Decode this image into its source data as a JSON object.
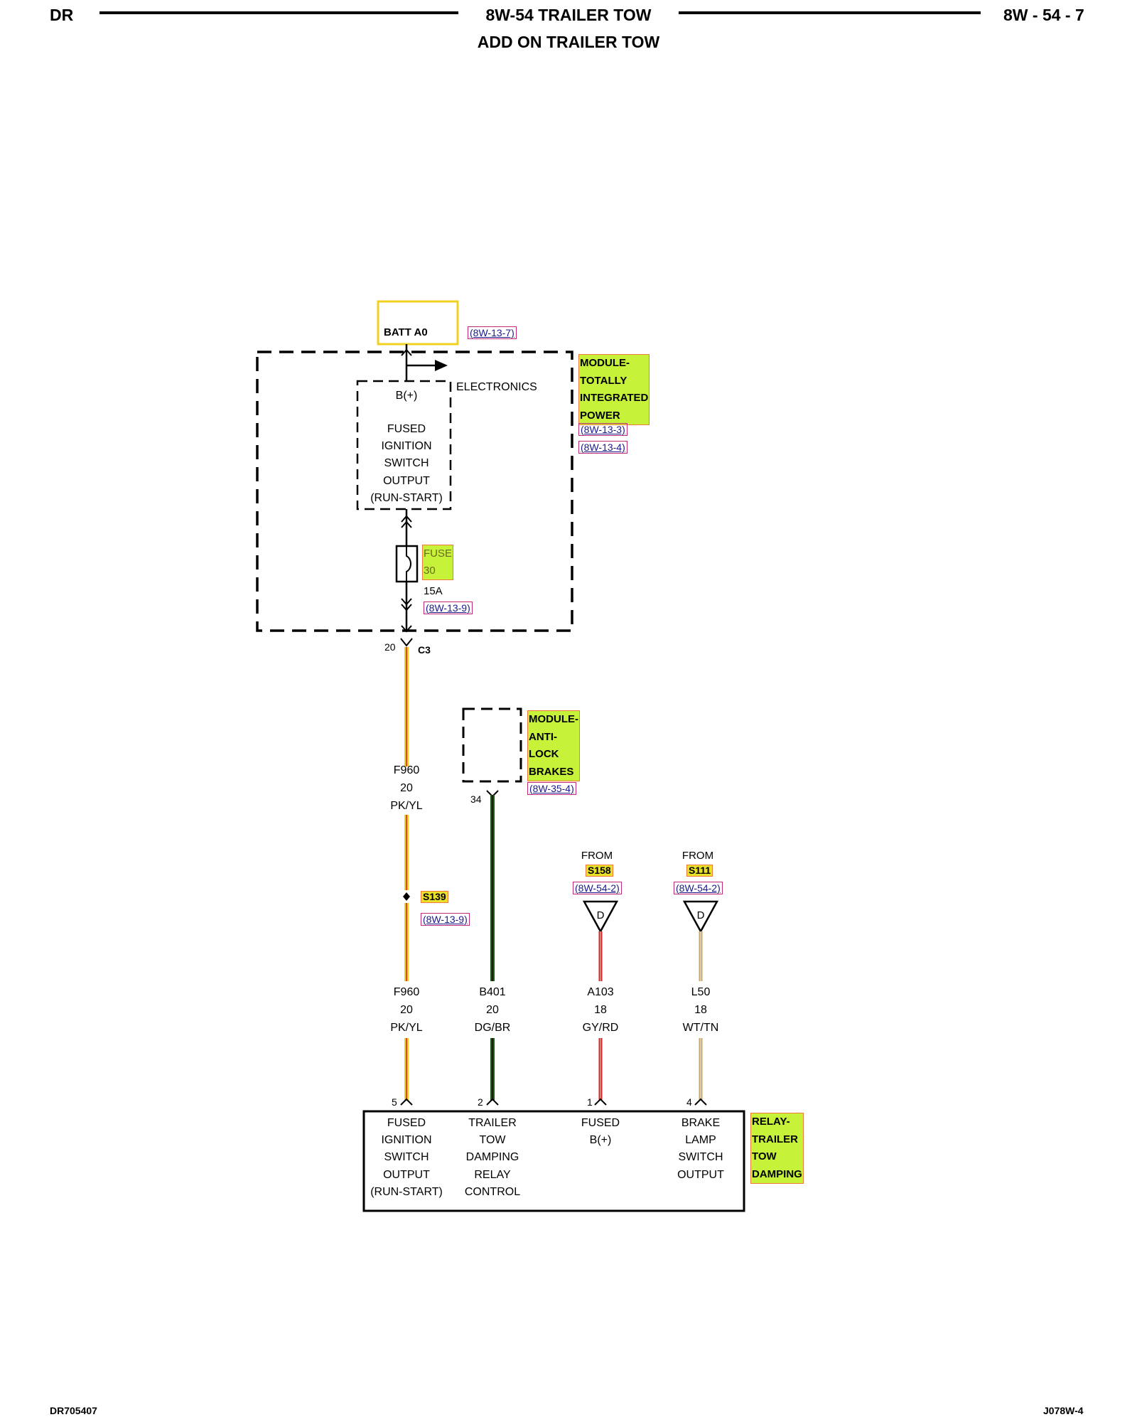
{
  "header": {
    "left": "DR",
    "center": "8W-54 TRAILER TOW",
    "subtitle": "ADD ON TRAILER TOW",
    "right": "8W - 54 - 7"
  },
  "footer": {
    "left": "DR705407",
    "right": "J078W-4"
  },
  "batt": {
    "label": "BATT A0",
    "ref": "(8W-13-7)"
  },
  "tipm": {
    "name": "MODULE-\nTOTALLY\nINTEGRATED\nPOWER",
    "refs": [
      "(8W-13-3)",
      "(8W-13-4)"
    ],
    "electronics": "ELECTRONICS",
    "bplus": "B(+)",
    "output_lines": [
      "FUSED",
      "IGNITION",
      "SWITCH",
      "OUTPUT",
      "(RUN-START)"
    ],
    "fuse_name": "FUSE\n30",
    "fuse_rating": "15A",
    "fuse_ref": "(8W-13-9)",
    "connector_pin": "20",
    "connector": "C3"
  },
  "abs": {
    "name": "MODULE-\nANTI-\nLOCK\nBRAKES",
    "ref": "(8W-35-4)",
    "pin": "34"
  },
  "circuit_upper": {
    "lines": [
      "F960",
      "20",
      "PK/YL"
    ]
  },
  "splice": {
    "name": "S139",
    "ref": "(8W-13-9)"
  },
  "feeds": [
    {
      "from": "FROM",
      "splice": "S158",
      "ref": "(8W-54-2)",
      "symbol": "D"
    },
    {
      "from": "FROM",
      "splice": "S111",
      "ref": "(8W-54-2)",
      "symbol": "D"
    }
  ],
  "circuits": [
    {
      "lines": [
        "F960",
        "20",
        "PK/YL"
      ],
      "pin": "5",
      "color": "#f0d020",
      "tracer": "#e8452a"
    },
    {
      "lines": [
        "B401",
        "20",
        "DG/BR"
      ],
      "pin": "2",
      "color": "#1a5a1a",
      "tracer": "#2a1a0a"
    },
    {
      "lines": [
        "A103",
        "18",
        "GY/RD"
      ],
      "pin": "1",
      "color": "#e02020",
      "tracer": "#b0b0b0"
    },
    {
      "lines": [
        "L50",
        "18",
        "WT/TN"
      ],
      "pin": "4",
      "color": "#c8a860",
      "tracer": "#d8d8d8"
    }
  ],
  "relay": {
    "name": "RELAY-\nTRAILER\nTOW\nDAMPING",
    "pins": [
      {
        "lines": [
          "FUSED",
          "IGNITION",
          "SWITCH",
          "OUTPUT",
          "(RUN-START)"
        ]
      },
      {
        "lines": [
          "TRAILER",
          "TOW",
          "DAMPING",
          "RELAY",
          "CONTROL"
        ]
      },
      {
        "lines": [
          "FUSED",
          "B(+)"
        ]
      },
      {
        "lines": [
          "BRAKE",
          "LAMP",
          "SWITCH",
          "OUTPUT"
        ]
      }
    ]
  },
  "colors": {
    "ref_border": "#c0287a",
    "highlight": "#c6f23a",
    "batt_box": "#f0d020"
  }
}
